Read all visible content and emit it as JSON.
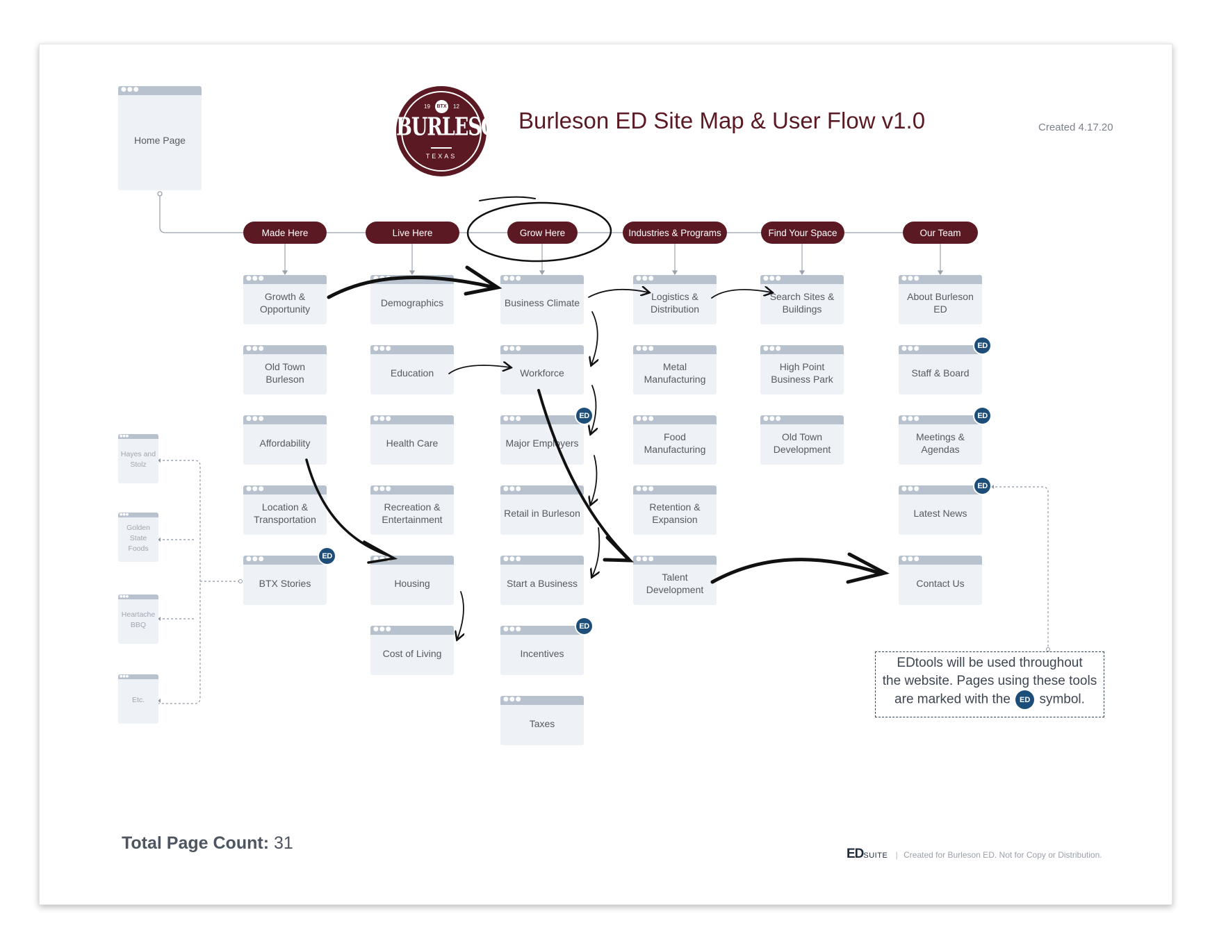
{
  "header": {
    "title": "Burleson ED Site Map & User Flow v1.0",
    "created": "Created 4.17.20"
  },
  "logo": {
    "year_left": "19",
    "year_right": "12",
    "badge": "BTX",
    "name": "BURLESON",
    "state": "TEXAS"
  },
  "page_dots": "●●●",
  "home": {
    "label": "Home Page"
  },
  "nav": [
    {
      "label": "Made Here"
    },
    {
      "label": "Live Here"
    },
    {
      "label": "Grow Here"
    },
    {
      "label": "Industries & Programs"
    },
    {
      "label": "Find Your Space"
    },
    {
      "label": "Our Team"
    }
  ],
  "columns": [
    {
      "pages": [
        {
          "label": "Growth & Opportunity",
          "edtools": false
        },
        {
          "label": "Old Town Burleson",
          "edtools": false
        },
        {
          "label": "Affordability",
          "edtools": false
        },
        {
          "label": "Location & Transportation",
          "edtools": false
        },
        {
          "label": "BTX Stories",
          "edtools": true
        }
      ]
    },
    {
      "pages": [
        {
          "label": "Demographics",
          "edtools": false
        },
        {
          "label": "Education",
          "edtools": false
        },
        {
          "label": "Health Care",
          "edtools": false
        },
        {
          "label": "Recreation & Entertainment",
          "edtools": false
        },
        {
          "label": "Housing",
          "edtools": false
        },
        {
          "label": "Cost of Living",
          "edtools": false
        }
      ]
    },
    {
      "pages": [
        {
          "label": "Business Climate",
          "edtools": false
        },
        {
          "label": "Workforce",
          "edtools": false
        },
        {
          "label": "Major Employers",
          "edtools": true
        },
        {
          "label": "Retail in Burleson",
          "edtools": false
        },
        {
          "label": "Start a Business",
          "edtools": false
        },
        {
          "label": "Incentives",
          "edtools": true
        },
        {
          "label": "Taxes",
          "edtools": false
        }
      ]
    },
    {
      "pages": [
        {
          "label": "Logistics & Distribution",
          "edtools": false
        },
        {
          "label": "Metal Manufacturing",
          "edtools": false
        },
        {
          "label": "Food Manufacturing",
          "edtools": false
        },
        {
          "label": "Retention & Expansion",
          "edtools": false
        },
        {
          "label": "Talent Development",
          "edtools": false
        }
      ]
    },
    {
      "pages": [
        {
          "label": "Search Sites & Buildings",
          "edtools": false
        },
        {
          "label": "High Point Business Park",
          "edtools": false
        },
        {
          "label": "Old Town Development",
          "edtools": false
        }
      ]
    },
    {
      "pages": [
        {
          "label": "About Burleson ED",
          "edtools": false
        },
        {
          "label": "Staff & Board",
          "edtools": true
        },
        {
          "label": "Meetings & Agendas",
          "edtools": true
        },
        {
          "label": "Latest News",
          "edtools": true
        },
        {
          "label": "Contact Us",
          "edtools": false
        }
      ]
    }
  ],
  "stories": [
    {
      "label": "Hayes and Stolz"
    },
    {
      "label": "Golden State Foods"
    },
    {
      "label": "Heartache BBQ"
    },
    {
      "label": "Etc."
    }
  ],
  "ed_badge": "ED",
  "note": {
    "line1": "EDtools will be used throughout",
    "line2": "the website. Pages using these tools",
    "line3_before": "are marked with the",
    "line3_after": "symbol."
  },
  "total": {
    "label": "Total Page Count:",
    "value": "31"
  },
  "footer": {
    "brand_main": "ED",
    "brand_suffix": "SUITE",
    "text": "Created for Burleson ED. Not for Copy or Distribution."
  },
  "colors": {
    "maroon": "#5b1a23",
    "badge_blue": "#1d4e79",
    "page_fill": "#eef1f5",
    "page_bar": "#b8c2ce"
  }
}
